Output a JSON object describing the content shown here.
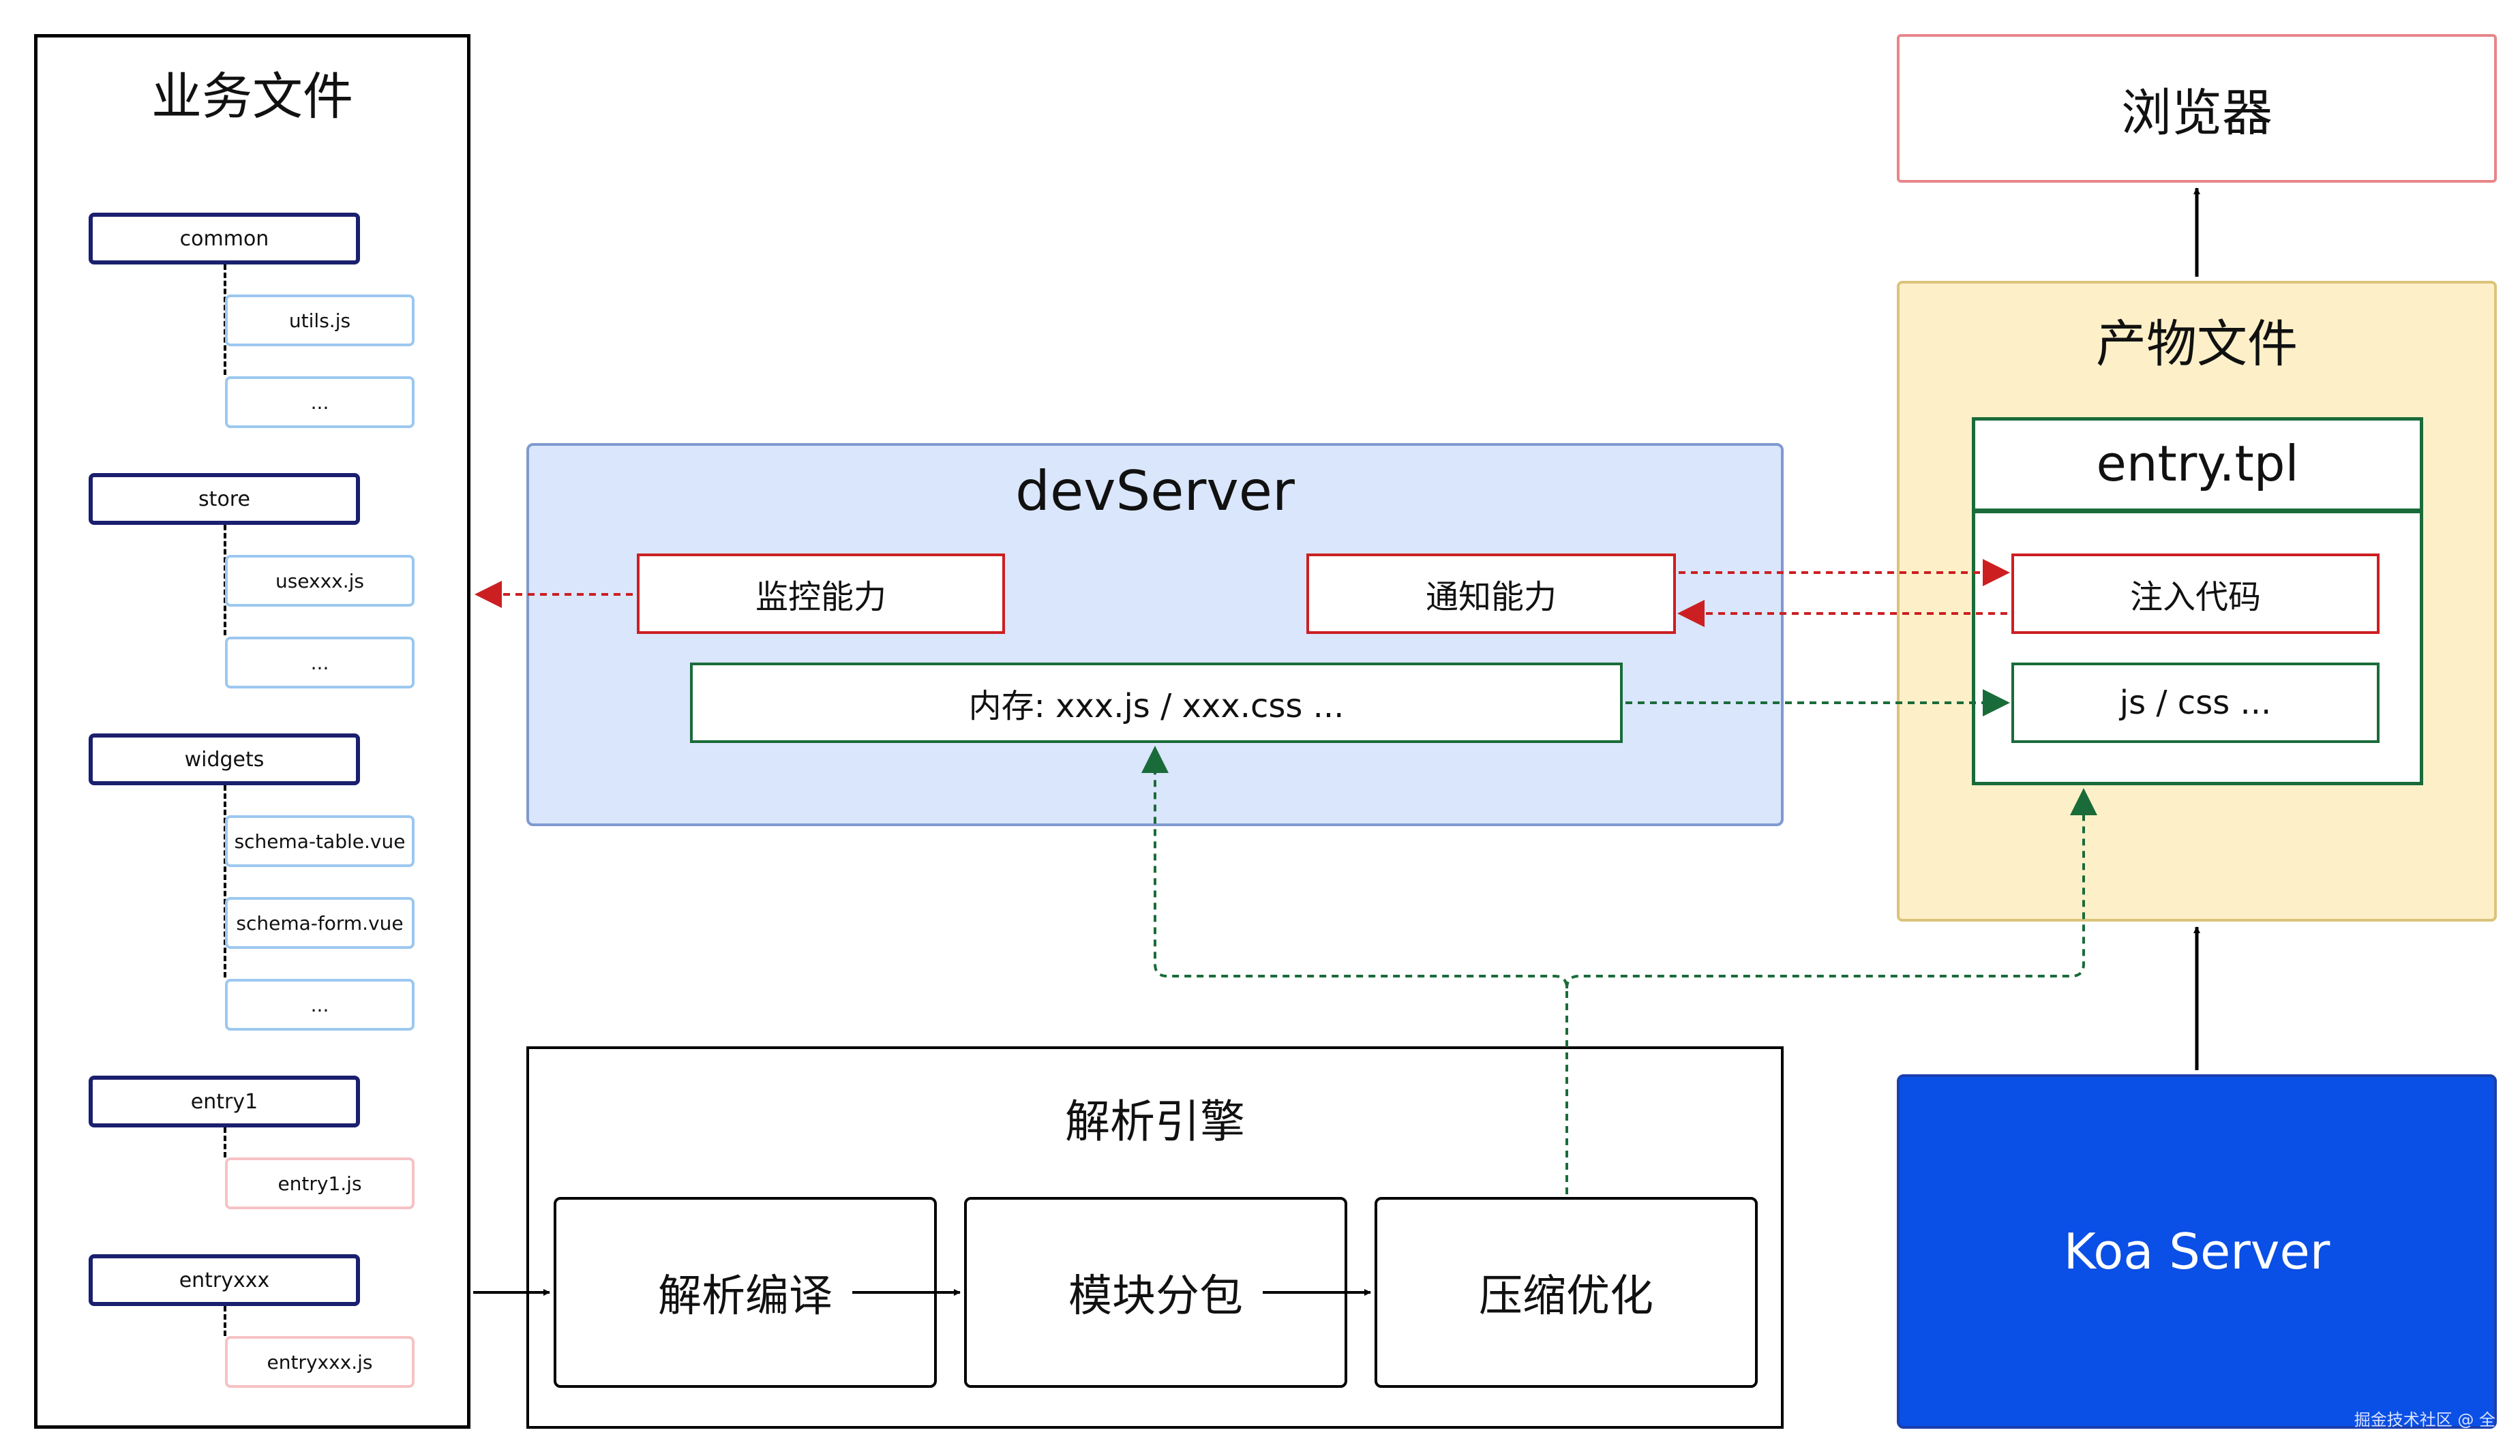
{
  "business": {
    "title": "业务文件",
    "groups": [
      {
        "name": "common",
        "files": [
          "utils.js",
          "..."
        ]
      },
      {
        "name": "store",
        "files": [
          "usexxx.js",
          "..."
        ]
      },
      {
        "name": "widgets",
        "files": [
          "schema-table.vue",
          "schema-form.vue",
          "..."
        ]
      },
      {
        "name": "entry1",
        "files": [
          "entry1.js"
        ]
      },
      {
        "name": "entryxxx",
        "files": [
          "entryxxx.js"
        ]
      }
    ]
  },
  "devserver": {
    "title": "devServer",
    "monitor": "监控能力",
    "notify": "通知能力",
    "memory": "内存: xxx.js / xxx.css ..."
  },
  "engine": {
    "title": "解析引擎",
    "stages": [
      "解析编译",
      "模块分包",
      "压缩优化"
    ]
  },
  "browser": {
    "label": "浏览器"
  },
  "output": {
    "title": "产物文件",
    "entry_tpl": "entry.tpl",
    "inject": "注入代码",
    "assets": "js / css ..."
  },
  "koa": {
    "label": "Koa   Server"
  },
  "watermark": "掘金技术社区 @ 全",
  "colors": {
    "devserver_bg": "#dae6fb",
    "output_bg": "#fdf0c8",
    "koa_bg": "#0a4fe6",
    "red": "#cc1f22",
    "green": "#1a6b3a",
    "navy": "#1a1f6e"
  }
}
